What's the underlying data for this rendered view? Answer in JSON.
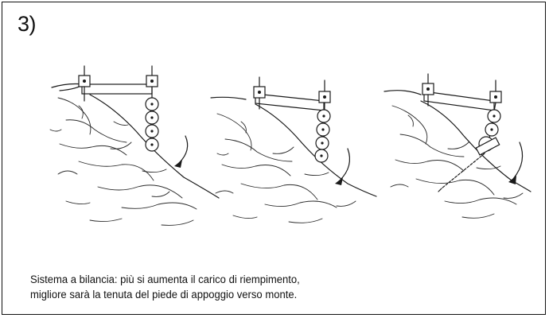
{
  "figure": {
    "step_number": "3)",
    "caption_line_1": "Sistema a bilancia: più si aumenta il carico di riempimento,",
    "caption_line_2": "migliore sarà la tenuta del piede di appoggio verso monte."
  },
  "panels": [
    {
      "id": "panel-1",
      "bags": 4,
      "stake": false
    },
    {
      "id": "panel-2",
      "bags": 4,
      "stake": false
    },
    {
      "id": "panel-3",
      "bags": 3,
      "stake": true
    }
  ],
  "colors": {
    "ink": "#1a1a1a",
    "background": "#ffffff",
    "border": "#111111"
  }
}
